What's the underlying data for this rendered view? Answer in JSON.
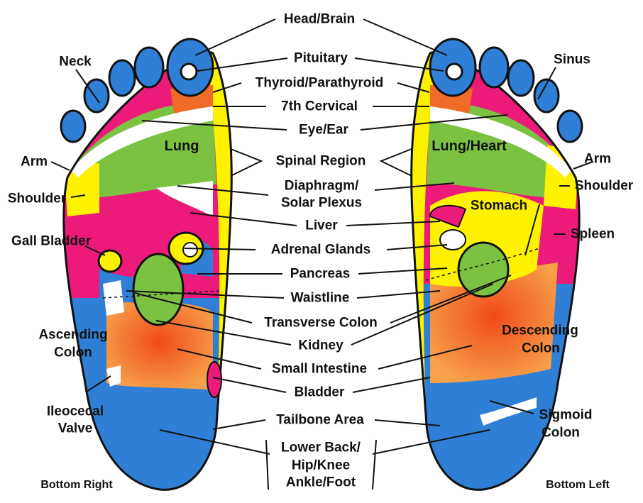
{
  "center_labels": [
    "Head/Brain",
    "Pituitary",
    "Thyroid/Parathyroid",
    "7th Cervical",
    "Eye/Ear",
    "Spinal Region",
    "Diaphragm/",
    "Solar Plexus",
    "Liver",
    "Adrenal Glands",
    "Pancreas",
    "Waistline",
    "Transverse Colon",
    "Kidney",
    "Small Intestine",
    "Bladder",
    "Tailbone Area",
    "Lower Back/",
    "Hip/Knee",
    "Ankle/Foot"
  ],
  "right_foot_labels": {
    "neck": "Neck",
    "arm": "Arm",
    "shoulder": "Shoulder",
    "gall_bladder": "Gall Bladder",
    "ascending_colon_1": "Ascending",
    "ascending_colon_2": "Colon",
    "ileocecal_1": "Ileocecal",
    "ileocecal_2": "Valve",
    "lung": "Lung"
  },
  "left_foot_labels": {
    "sinus": "Sinus",
    "arm": "Arm",
    "shoulder": "Shoulder",
    "spleen": "Spleen",
    "sigmoid_1": "Sigmoid",
    "sigmoid_2": "Colon",
    "lung_heart": "Lung/Heart",
    "stomach": "Stomach",
    "descending_1": "Descending",
    "descending_2": "Colon"
  },
  "captions": {
    "bottom_right": "Bottom Right",
    "bottom_left": "Bottom Left"
  },
  "colors": {
    "blue": "#2f7fd6",
    "yellow": "#fff200",
    "pink": "#ec1b7a",
    "green": "#7cc242",
    "orange": "#f06a28",
    "orange_light": "#f7a14a",
    "outline": "#111111"
  }
}
